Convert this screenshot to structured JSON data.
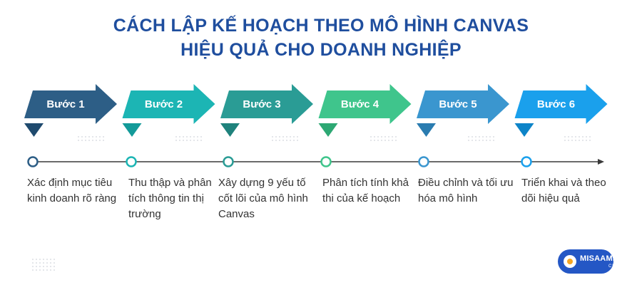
{
  "title": {
    "line1": "CÁCH LẬP KẾ HOẠCH THEO MÔ HÌNH CANVAS",
    "line2": "HIỆU QUẢ CHO DOANH NGHIỆP"
  },
  "steps": [
    {
      "label": "Bước 1",
      "color": "#2d5e86",
      "flap": "#1f4a6e",
      "text": "Xác định mục tiêu kinh doanh rõ ràng"
    },
    {
      "label": "Bước 2",
      "color": "#1cb5b4",
      "flap": "#139a99",
      "text": "Thu thập và phân tích thông tin thị trường"
    },
    {
      "label": "Bước 3",
      "color": "#2a9c95",
      "flap": "#1f827c",
      "text": "Xây dựng 9 yếu tố cốt lõi của mô hình Canvas"
    },
    {
      "label": "Bước 4",
      "color": "#3fc58c",
      "flap": "#2da873",
      "text": "Phân tích tính khả thi của kế hoạch"
    },
    {
      "label": "Bước 5",
      "color": "#3a96cf",
      "flap": "#2a7cb0",
      "text": "Điều chỉnh và tối ưu hóa mô hình"
    },
    {
      "label": "Bước 6",
      "color": "#1aa0ec",
      "flap": "#0d84c8",
      "text": "Triển khai và theo dõi hiệu quả"
    }
  ],
  "logo": {
    "name": "MISAAMIS",
    "sub": "CRM"
  },
  "colors": {
    "title": "#1f4e9e",
    "timeline": "#3a3a3a",
    "text": "#333333"
  }
}
